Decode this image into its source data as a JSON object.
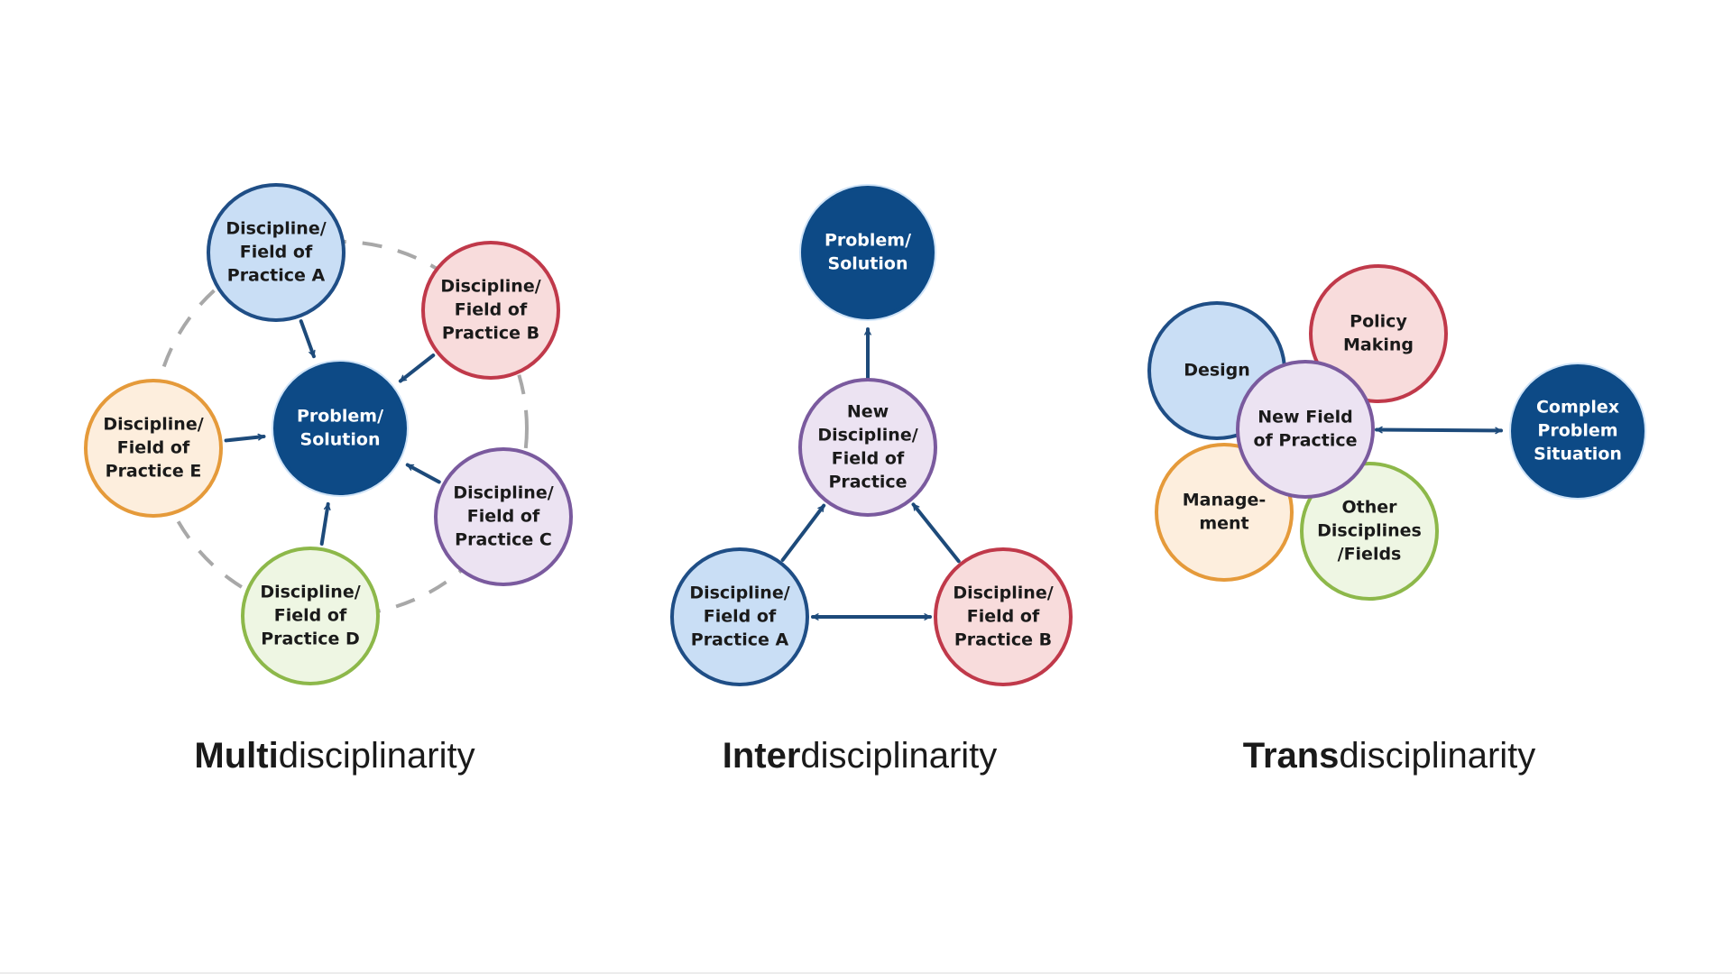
{
  "colors": {
    "dark_blue": "#0d4a86",
    "arrow": "#1d4a7a",
    "blue_fill": "#c9def5",
    "blue_stroke": "#1f4e86",
    "red_fill": "#f8dcdc",
    "red_stroke": "#c0394a",
    "orange_fill": "#fdeedd",
    "orange_stroke": "#e59a3a",
    "purple_fill": "#ece3f2",
    "purple_stroke": "#7a5a9e",
    "green_fill": "#eef6e3",
    "green_stroke": "#8db84a",
    "dashed": "#a8a8a8"
  },
  "diagrams": [
    {
      "id": "multi",
      "title_bold": "Multi",
      "title_rest": "disciplinarity",
      "center": {
        "label": [
          "Problem/",
          "Solution"
        ]
      },
      "nodes": [
        {
          "label": [
            "Discipline/",
            "Field of",
            "Practice A"
          ],
          "color": "blue"
        },
        {
          "label": [
            "Discipline/",
            "Field of",
            "Practice B"
          ],
          "color": "red"
        },
        {
          "label": [
            "Discipline/",
            "Field of",
            "Practice C"
          ],
          "color": "purple"
        },
        {
          "label": [
            "Discipline/",
            "Field of",
            "Practice D"
          ],
          "color": "green"
        },
        {
          "label": [
            "Discipline/",
            "Field of",
            "Practice E"
          ],
          "color": "orange"
        }
      ]
    },
    {
      "id": "inter",
      "title_bold": "Inter",
      "title_rest": "disciplinarity",
      "top": {
        "label": [
          "Problem/",
          "Solution"
        ]
      },
      "middle": {
        "label": [
          "New",
          "Discipline/",
          "Field of",
          "Practice"
        ]
      },
      "left": {
        "label": [
          "Discipline/",
          "Field of",
          "Practice A"
        ]
      },
      "right": {
        "label": [
          "Discipline/",
          "Field of",
          "Practice B"
        ]
      }
    },
    {
      "id": "trans",
      "title_bold": "Trans",
      "title_rest": "disciplinarity",
      "petals": [
        {
          "label": [
            "Design"
          ],
          "color": "blue"
        },
        {
          "label": [
            "Policy",
            "Making"
          ],
          "color": "red"
        },
        {
          "label": [
            "Manage-",
            "ment"
          ],
          "color": "orange"
        },
        {
          "label": [
            "Other",
            "Disciplines",
            "/Fields"
          ],
          "color": "green"
        }
      ],
      "center": {
        "label": [
          "New Field",
          "of Practice"
        ]
      },
      "target": {
        "label": [
          "Complex",
          "Problem",
          "Situation"
        ]
      }
    }
  ]
}
